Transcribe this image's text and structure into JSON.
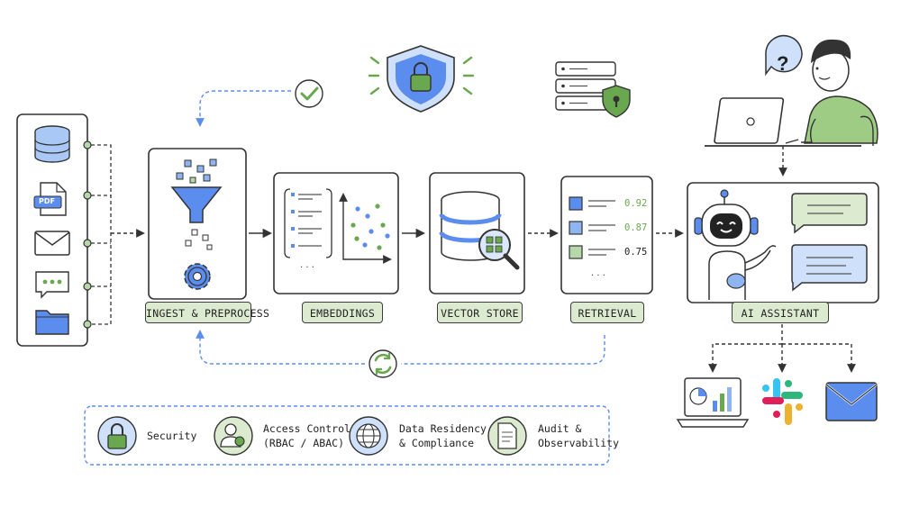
{
  "stages": {
    "ingest": "INGEST & PREPROCESS",
    "embeddings": "EMBEDDINGS",
    "vector_store": "VECTOR STORE",
    "retrieval": "RETRIEVAL",
    "assistant": "AI ASSISTANT"
  },
  "sources": {
    "pdf_tag": "PDF",
    "items": [
      "database-icon",
      "pdf-file-icon",
      "email-icon",
      "chat-message-icon",
      "folder-icon"
    ]
  },
  "retrieval_scores": [
    "0.92",
    "0.87",
    "0.75"
  ],
  "legend": [
    {
      "line1": "Security",
      "line2": ""
    },
    {
      "line1": "Access Control",
      "line2": "(RBAC / ABAC)"
    },
    {
      "line1": "Data Residency",
      "line2": "& Compliance"
    },
    {
      "line1": "Audit &",
      "line2": "Observability"
    }
  ],
  "user_question_mark": "?",
  "outputs": [
    "dashboard-icon",
    "slack-icon",
    "mail-icon"
  ],
  "colors": {
    "green": "#dcebcf",
    "green_dark": "#6aa84f",
    "blue": "#5b8def",
    "blue_light": "#cfe0fb",
    "gray": "#a7a7a7",
    "ink": "#333333"
  }
}
